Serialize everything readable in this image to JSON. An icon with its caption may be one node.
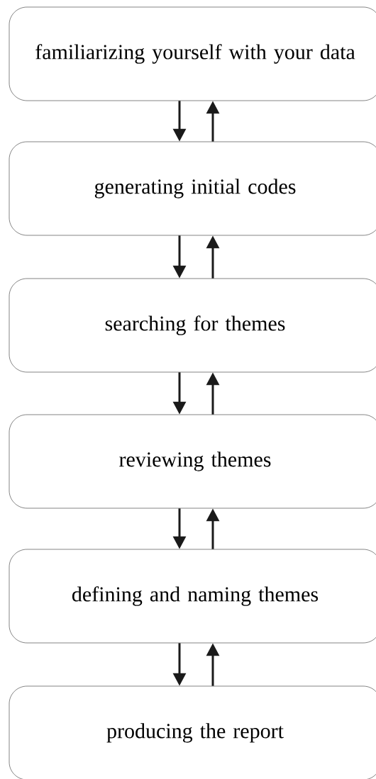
{
  "diagram": {
    "nodes": [
      {
        "text": [
          "familiarizing yourself with your data"
        ]
      },
      {
        "text": [
          "generating initial codes"
        ]
      },
      {
        "text": [
          "searching for themes"
        ]
      },
      {
        "text": [
          "reviewing themes"
        ]
      },
      {
        "text": [
          "defining and naming themes"
        ]
      },
      {
        "text": [
          "producing the report"
        ]
      }
    ],
    "edges": [
      {
        "from": 0,
        "to": 1,
        "arrow": "to"
      },
      {
        "from": 1,
        "to": 0,
        "arrow": "to"
      },
      {
        "from": 1,
        "to": 2,
        "arrow": "to"
      },
      {
        "from": 2,
        "to": 1,
        "arrow": "to"
      },
      {
        "from": 2,
        "to": 3,
        "arrow": "to"
      },
      {
        "from": 3,
        "to": 2,
        "arrow": "to"
      },
      {
        "from": 3,
        "to": 4,
        "arrow": "to"
      },
      {
        "from": 4,
        "to": 3,
        "arrow": "to"
      },
      {
        "from": 4,
        "to": 5,
        "arrow": "to"
      },
      {
        "from": 5,
        "to": 4,
        "arrow": "to"
      }
    ]
  }
}
